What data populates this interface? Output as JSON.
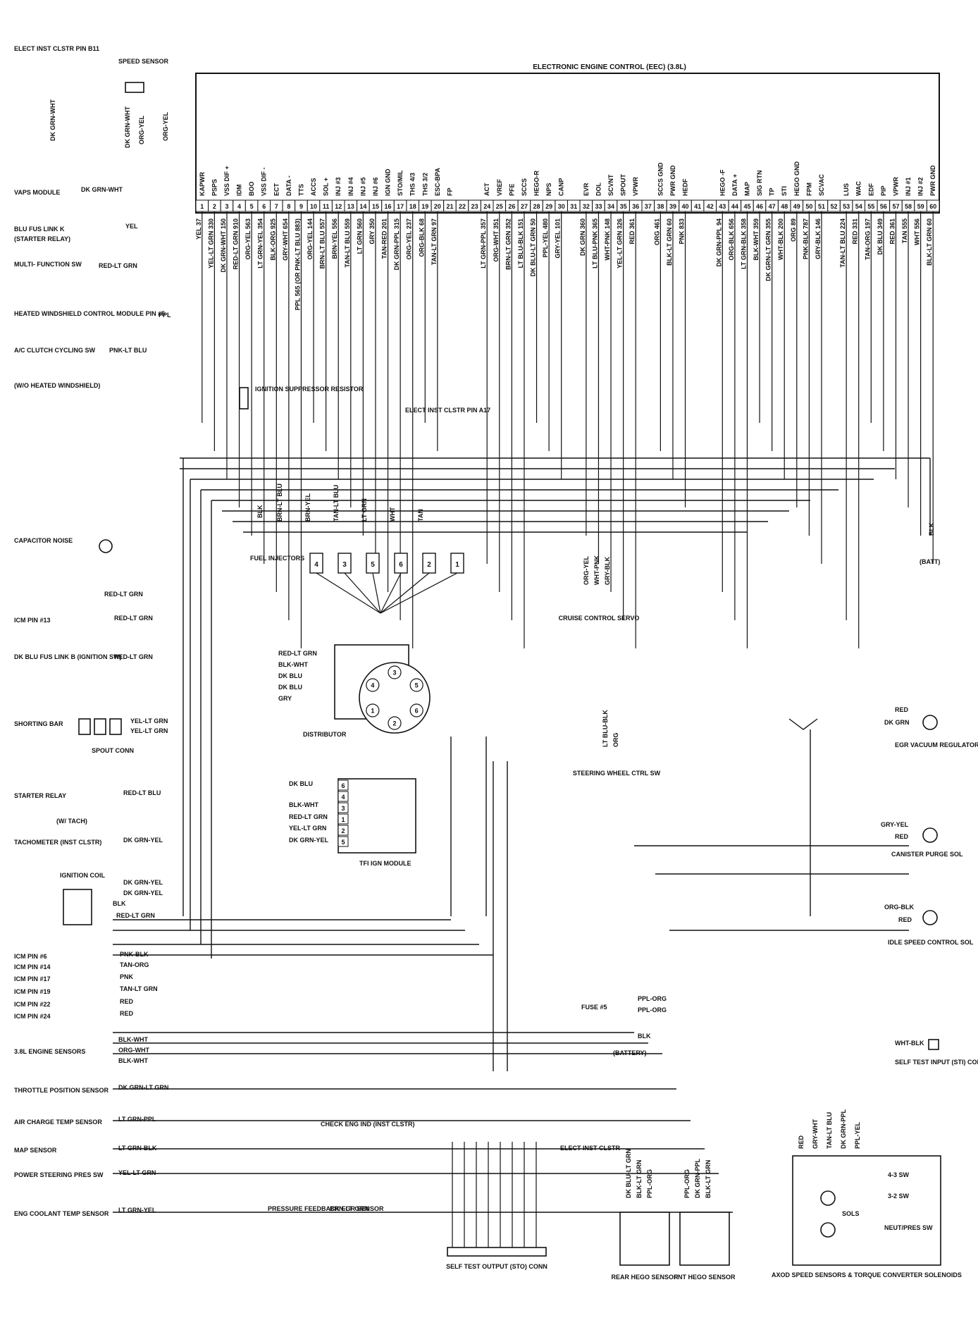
{
  "ecc_title": "ELECTRONIC ENGINE CONTROL (EEC) (3.8L)",
  "ecc_pins": [
    {
      "num": "1",
      "name": "KAPWR",
      "wire": "YEL 37"
    },
    {
      "num": "2",
      "name": "PSPS",
      "wire": "YEL-LT GRN 330"
    },
    {
      "num": "3",
      "name": "VSS DIF +",
      "wire": "DK GRN-WHT 150"
    },
    {
      "num": "4",
      "name": "IDM",
      "wire": "RED-LT GRN 910"
    },
    {
      "num": "5",
      "name": "BOO",
      "wire": "ORG-YEL 563"
    },
    {
      "num": "6",
      "name": "VSS DIF -",
      "wire": "LT GRN-YEL 354"
    },
    {
      "num": "7",
      "name": "ECT",
      "wire": "BLK-ORG 925"
    },
    {
      "num": "8",
      "name": "DATA -",
      "wire": "GRY-WHT 654"
    },
    {
      "num": "9",
      "name": "TTS",
      "wire": "PPL 565 (OR PNK-LT BLU 883)"
    },
    {
      "num": "10",
      "name": "ACCS",
      "wire": "ORG-YEL 144"
    },
    {
      "num": "11",
      "name": "SOL +",
      "wire": "BRN-LT BLU 557"
    },
    {
      "num": "12",
      "name": "INJ #3",
      "wire": "BRN-YEL 556"
    },
    {
      "num": "13",
      "name": "INJ #4",
      "wire": "TAN-LT BLU 559"
    },
    {
      "num": "14",
      "name": "INJ #5",
      "wire": "LT GRN 560"
    },
    {
      "num": "15",
      "name": "INJ #6",
      "wire": "GRY 350"
    },
    {
      "num": "16",
      "name": "IGN GND",
      "wire": "TAN-RED 201"
    },
    {
      "num": "17",
      "name": "STO/MIL",
      "wire": "DK GRN-PPL 315"
    },
    {
      "num": "18",
      "name": "THS 4/3",
      "wire": "ORG-YEL 237"
    },
    {
      "num": "19",
      "name": "THS 3/2",
      "wire": "ORG-BLK 68"
    },
    {
      "num": "20",
      "name": "ESC-BPA",
      "wire": "TAN-LT GRN 97"
    },
    {
      "num": "21",
      "name": "FP",
      "wire": ""
    },
    {
      "num": "22",
      "name": "",
      "wire": ""
    },
    {
      "num": "23",
      "name": "",
      "wire": ""
    },
    {
      "num": "24",
      "name": "ACT",
      "wire": "LT GRN-PPL 357"
    },
    {
      "num": "25",
      "name": "VREF",
      "wire": "ORG-WHT 351"
    },
    {
      "num": "26",
      "name": "PFE",
      "wire": "BRN-LT GRN 352"
    },
    {
      "num": "27",
      "name": "SCCS",
      "wire": "LT BLU-BLK 151"
    },
    {
      "num": "28",
      "name": "HEGO-R",
      "wire": "DK BLU-LT GRN 50"
    },
    {
      "num": "29",
      "name": "NPS",
      "wire": "PPL-YEL 480"
    },
    {
      "num": "30",
      "name": "CANP",
      "wire": "GRY-YEL 101"
    },
    {
      "num": "31",
      "name": "",
      "wire": ""
    },
    {
      "num": "32",
      "name": "EVR",
      "wire": "DK GRN 360"
    },
    {
      "num": "33",
      "name": "DOL",
      "wire": "LT BLU-PNK 365"
    },
    {
      "num": "34",
      "name": "SCVNT",
      "wire": "WHT-PNK 148"
    },
    {
      "num": "35",
      "name": "SPOUT",
      "wire": "YEL-LT GRN 326"
    },
    {
      "num": "36",
      "name": "VPWR",
      "wire": "RED 361"
    },
    {
      "num": "37",
      "name": "",
      "wire": ""
    },
    {
      "num": "38",
      "name": "SCCS GND",
      "wire": "ORG 461"
    },
    {
      "num": "39",
      "name": "PWR GND",
      "wire": "BLK-LT GRN 60"
    },
    {
      "num": "40",
      "name": "HEDF",
      "wire": "PNK 833"
    },
    {
      "num": "41",
      "name": "",
      "wire": ""
    },
    {
      "num": "42",
      "name": "",
      "wire": ""
    },
    {
      "num": "43",
      "name": "HEGO -F",
      "wire": "DK GRN-PPL 94"
    },
    {
      "num": "44",
      "name": "DATA +",
      "wire": "ORG-BLK 656"
    },
    {
      "num": "45",
      "name": "MAP",
      "wire": "LT GRN-BLK 358"
    },
    {
      "num": "46",
      "name": "SIG RTN",
      "wire": "BLK-WHT 359"
    },
    {
      "num": "47",
      "name": "TP",
      "wire": "DK GRN-LT GRN 355"
    },
    {
      "num": "48",
      "name": "STI",
      "wire": "WHT-BLK 200"
    },
    {
      "num": "49",
      "name": "HEGO GND",
      "wire": "ORG 89"
    },
    {
      "num": "50",
      "name": "FPM",
      "wire": "PNK-BLK 787"
    },
    {
      "num": "51",
      "name": "SCVAC",
      "wire": "GRY-BLK 146"
    },
    {
      "num": "52",
      "name": "",
      "wire": ""
    },
    {
      "num": "53",
      "name": "LUS",
      "wire": "TAN-LT BLU 224"
    },
    {
      "num": "54",
      "name": "WAC",
      "wire": "RED 331"
    },
    {
      "num": "55",
      "name": "EDF",
      "wire": "TAN-ORG 197"
    },
    {
      "num": "56",
      "name": "PIP",
      "wire": "DK BLU 349"
    },
    {
      "num": "57",
      "name": "VPWR",
      "wire": "RED 361"
    },
    {
      "num": "58",
      "name": "INJ #1",
      "wire": "TAN 555"
    },
    {
      "num": "59",
      "name": "INJ #2",
      "wire": "WHT 556"
    },
    {
      "num": "60",
      "name": "PWR GND",
      "wire": "BLK-LT GRN 60"
    }
  ],
  "left_labels": {
    "elect_inst_clstr": "ELECT INST CLSTR PIN B11",
    "speed_sensor": "SPEED SENSOR",
    "vaps_module": "VAPS MODULE",
    "blu_fus_link_k": "BLU FUS LINK K",
    "starter_relay_paren": "(STARTER RELAY)",
    "multi_function": "MULTI- FUNCTION SW",
    "heated_windshield": "HEATED WINDSHIELD CONTROL MODULE PIN #5",
    "ac_clutch": "A/C CLUTCH CYCLING SW",
    "wo_heated": "(W/O HEATED WINDSHIELD)",
    "capacitor_noise": "CAPACITOR NOISE",
    "icm_pin_13": "ICM PIN #13",
    "dk_blu_fus_link": "DK BLU FUS LINK B (IGNITION SW)",
    "shorting_bar": "SHORTING BAR",
    "spout_conn": "SPOUT CONN",
    "starter_relay": "STARTER RELAY",
    "w_tach": "(W/ TACH)",
    "tachometer": "TACHOMETER (INST CLSTR)",
    "ignition_coil": "IGNITION COIL",
    "icm_pin_6": "ICM PIN #6",
    "icm_pin_14": "ICM PIN #14",
    "icm_pin_17": "ICM PIN #17",
    "icm_pin_19": "ICM PIN #19",
    "icm_pin_22": "ICM PIN #22",
    "icm_pin_24": "ICM PIN #24",
    "engine_sensors": "3.8L ENGINE SENSORS",
    "throttle_position": "THROTTLE POSITION SENSOR",
    "air_charge": "AIR CHARGE TEMP SENSOR",
    "map_sensor": "MAP SENSOR",
    "power_steering": "POWER STEERING PRES SW",
    "eng_coolant": "ENG COOLANT TEMP SENSOR"
  },
  "component_labels": {
    "ignition_suppressor": "IGNITION SUPPRESSOR RESISTOR",
    "elect_inst_a17": "ELECT INST CLSTR PIN A17",
    "fuel_injectors": "FUEL INJECTORS",
    "cruise_control": "CRUISE CONTROL SERVO",
    "distributor": "DISTRIBUTOR",
    "steering_wheel": "STEERING WHEEL CTRL SW",
    "tfi_module": "TFI IGN MODULE",
    "batt": "(BATT)",
    "egr_vacuum": "EGR VACUUM REGULATOR SOLENOID",
    "canister_purge": "CANISTER PURGE SOL",
    "idle_speed": "IDLE SPEED CONTROL SOL",
    "fuse_5": "FUSE #5",
    "battery": "(BATTERY)",
    "self_test_input": "SELF TEST INPUT (STI) CONN",
    "check_eng": "CHECK ENG IND (INST CLSTR)",
    "elect_inst_clstr2": "ELECT INST CLSTR",
    "pressure_feedback": "PRESSURE FEEDBACK EGR SENSOR",
    "sto_conn": "SELF TEST OUTPUT (STO) CONN",
    "rear_hego": "REAR HEGO SENSOR",
    "fnt_hego": "FNT HEGO SENSOR",
    "axod": "AXOD SPEED SENSORS & TORQUE CONVERTER SOLENOIDS",
    "sw_43": "4-3 SW",
    "sw_32": "3-2 SW",
    "neut_pres": "NEUT/PRES SW",
    "sols": "SOLS"
  },
  "wire_labels": {
    "dk_grn_wht": "DK GRN-WHT",
    "org_yel": "ORG-YEL",
    "yel": "YEL",
    "red_lt_grn": "RED-LT GRN",
    "ppl": "PPL",
    "pnk_lt_blu": "PNK-LT BLU",
    "blk": "BLK",
    "brn_lt_blu": "BRN-LT BLU",
    "brn_yel": "BRN-YEL",
    "tan_lt_blu": "TAN-LT BLU",
    "lt_grn": "LT GRN",
    "wht": "WHT",
    "tan": "TAN",
    "red": "RED",
    "blk_wht": "BLK-WHT",
    "dk_blu": "DK BLU",
    "gry": "GRY",
    "yel_lt_grn": "YEL-LT GRN",
    "red_lt_blu": "RED-LT BLU",
    "dk_grn_yel": "DK GRN-YEL",
    "dk_grn": "DK GRN",
    "gry_yel": "GRY-YEL",
    "org_blk": "ORG-BLK",
    "pnk_blk": "PNK-BLK",
    "tan_org": "TAN-ORG",
    "pnk": "PNK",
    "tan_lt_grn": "TAN-LT GRN",
    "org_wht": "ORG-WHT",
    "dk_grn_lt_grn": "DK GRN-LT GRN",
    "lt_grn_ppl": "LT GRN-PPL",
    "lt_grn_blk": "LT GRN-BLK",
    "lt_grn_yel": "LT GRN-YEL",
    "brn_lt_grn": "BRN-LT GRN",
    "ppl_org": "PPL-ORG",
    "wht_blk": "WHT-BLK",
    "wht_pnk": "WHT-PNK",
    "gry_blk": "GRY-BLK",
    "lt_blu_blk": "LT BLU-BLK",
    "org": "ORG",
    "tan_red": "TAN-RED",
    "blk_org": "BLK-ORG",
    "dk_blu_lt_grn": "DK BLU-LT GRN",
    "blk_lt_grn": "BLK-LT GRN",
    "dk_grn_ppl": "DK GRN-PPL",
    "gry_wht": "GRY-WHT",
    "ppl_yel": "PPL-YEL"
  },
  "injector_numbers": [
    "4",
    "3",
    "5",
    "6",
    "2",
    "1"
  ],
  "distributor_numbers": [
    "3",
    "5",
    "6",
    "2",
    "1",
    "4"
  ],
  "tfi_pins": [
    "6",
    "4",
    "3",
    "1",
    "2",
    "5"
  ]
}
